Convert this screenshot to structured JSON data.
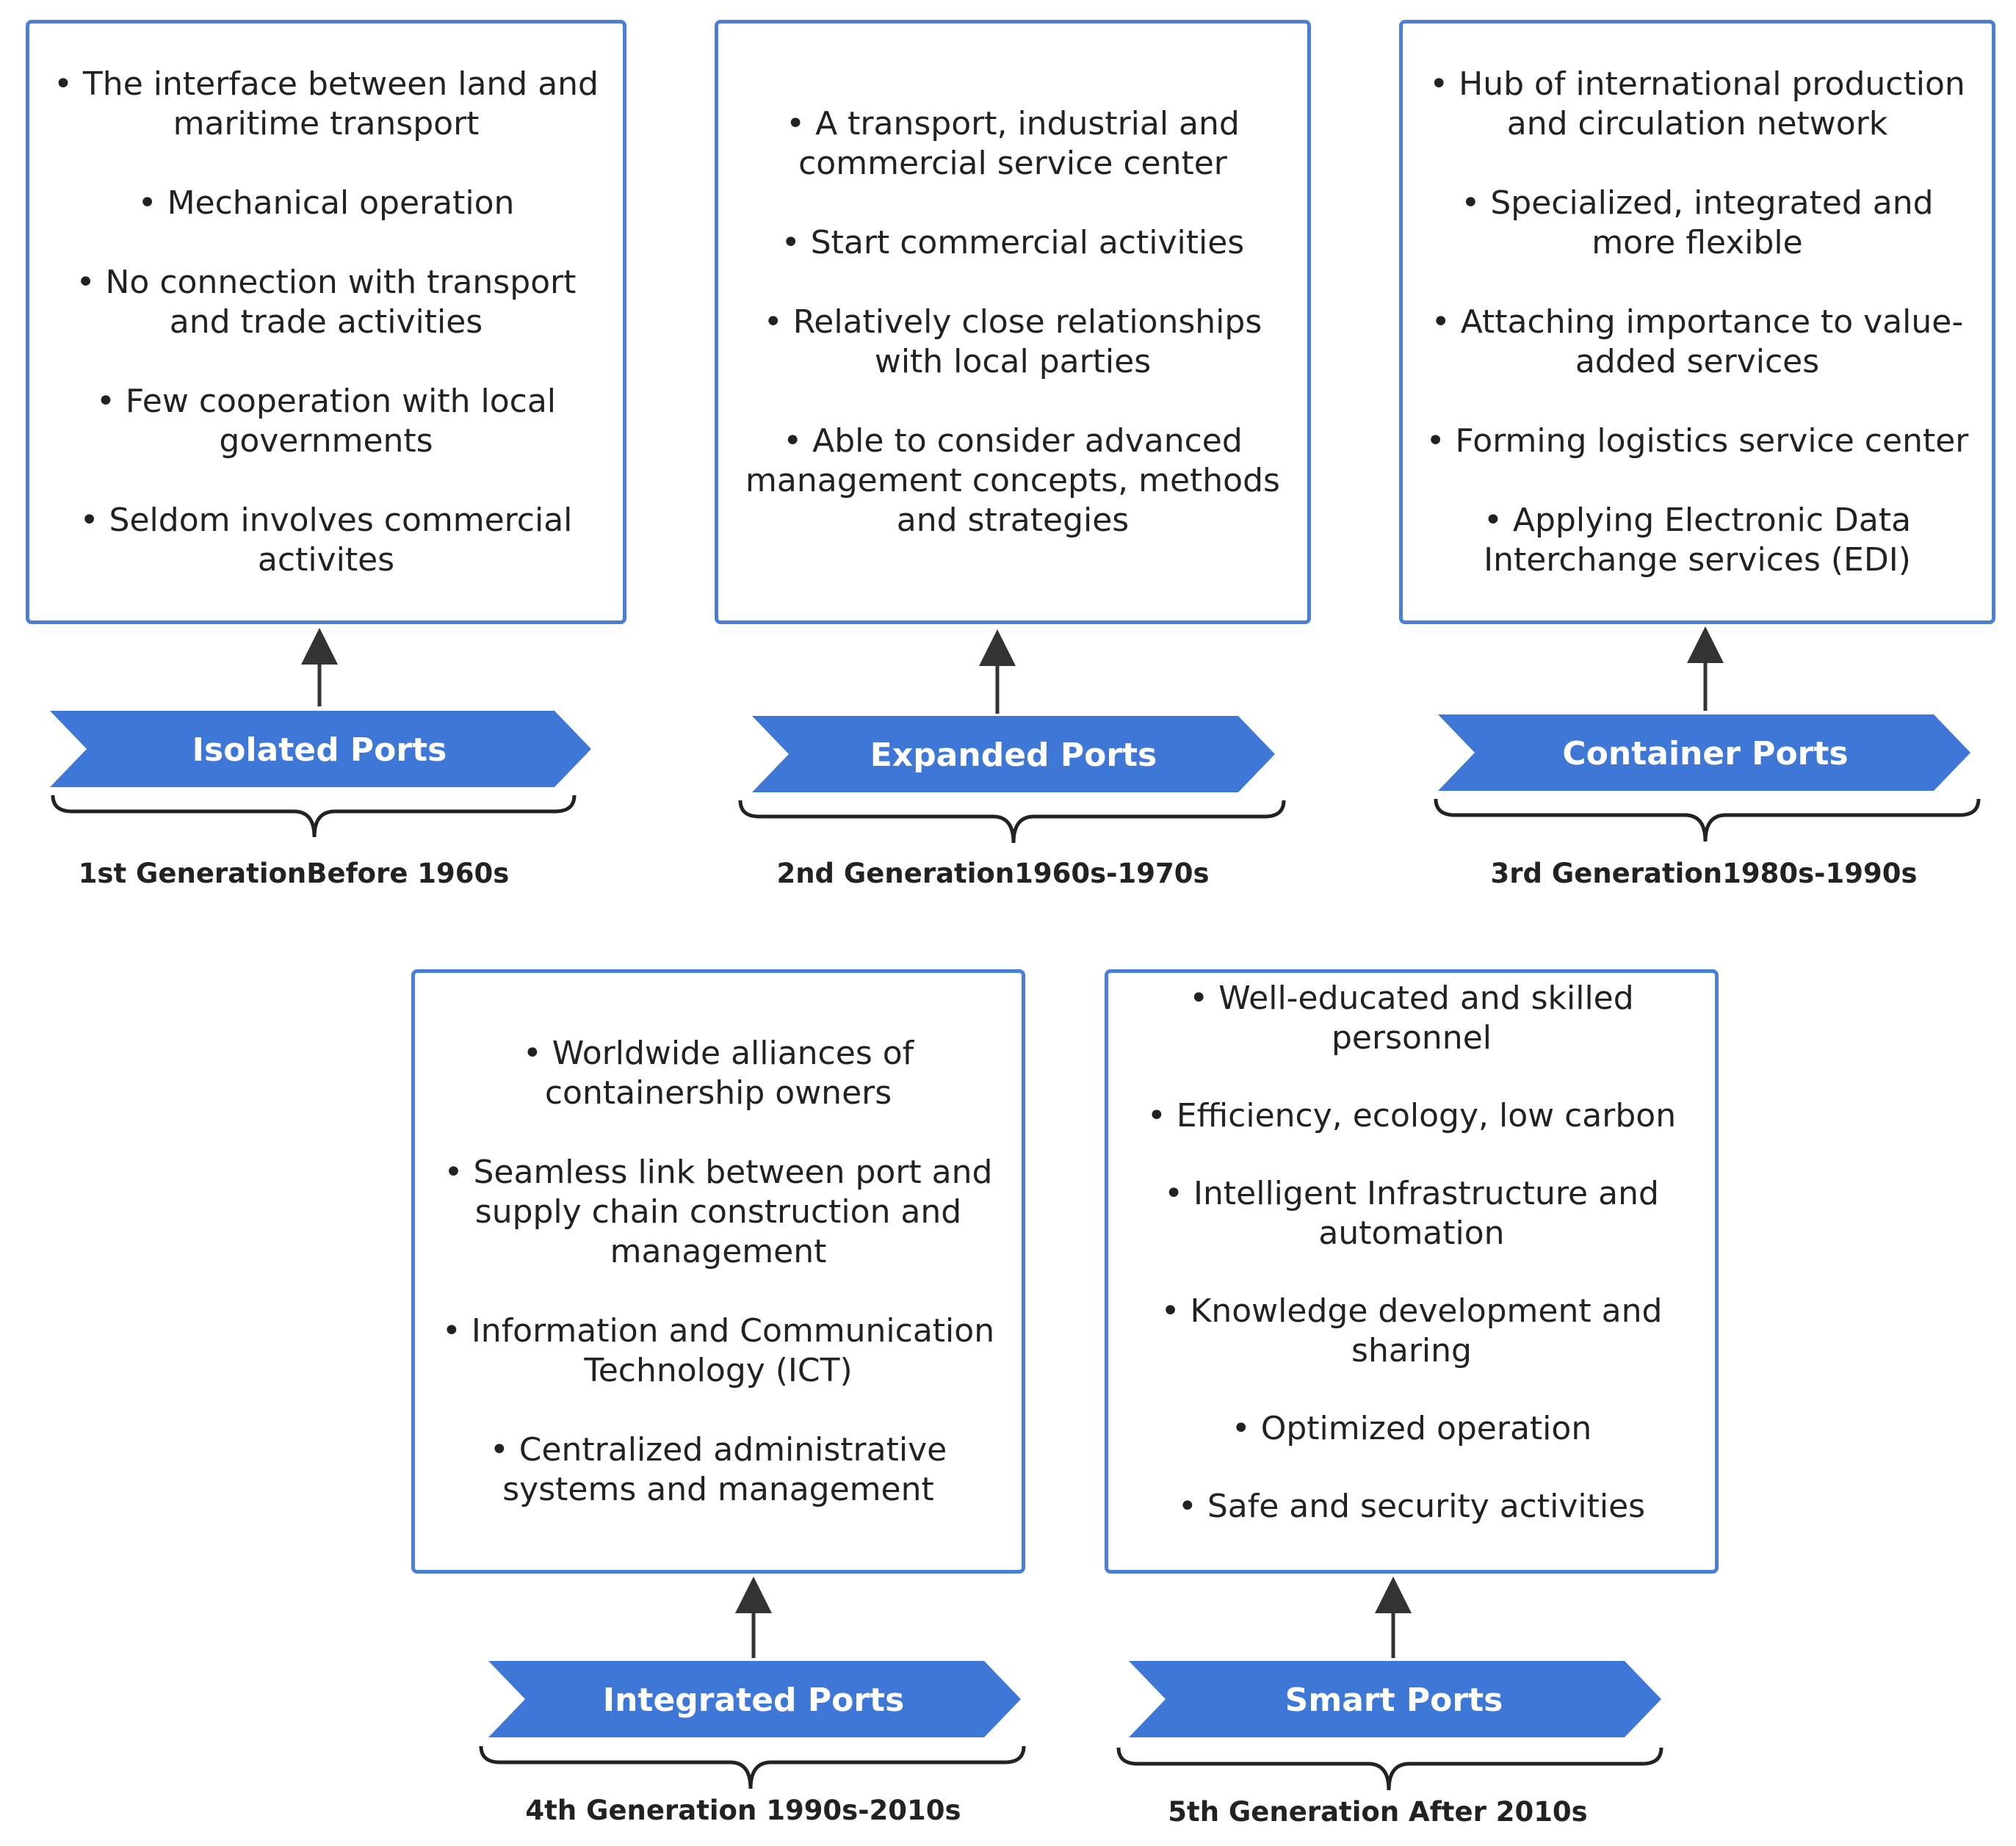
{
  "generations": [
    {
      "name": "Isolated Ports",
      "label": "1st GenerationBefore 1960s",
      "items": [
        "• The interface between land and maritime transport",
        "• Mechanical operation",
        "• No connection with transport and trade activities",
        "• Few cooperation with local governments",
        "• Seldom involves commercial activites"
      ]
    },
    {
      "name": "Expanded Ports",
      "label": "2nd Generation1960s-1970s",
      "items": [
        "• A transport, industrial and commercial service center",
        "• Start commercial activities",
        "• Relatively close relationships with local parties",
        "• Able to consider advanced management concepts, methods and strategies"
      ]
    },
    {
      "name": "Container Ports",
      "label": "3rd Generation1980s-1990s",
      "items": [
        "• Hub of international production and circulation network",
        "• Specialized, integrated and more flexible",
        "• Attaching importance to value-added services",
        "• Forming logistics service center",
        "• Applying Electronic Data Interchange services (EDI)"
      ]
    },
    {
      "name": "Integrated Ports",
      "label": "4th Generation 1990s-2010s",
      "items": [
        "• Worldwide alliances of containership owners",
        "• Seamless link between port and supply chain construction and management",
        "• Information and Communication Technology (ICT)",
        "• Centralized administrative systems and management"
      ]
    },
    {
      "name": "Smart Ports",
      "label": "5th Generation After 2010s",
      "items": [
        "• Well-educated and skilled personnel",
        "• Efficiency, ecology, low carbon",
        "• Intelligent Infrastructure and automation",
        "• Knowledge development and sharing",
        "• Optimized operation",
        "• Safe and security activities"
      ]
    }
  ],
  "colors": {
    "accent": "#3f77d6",
    "box_border": "#4a7fd4",
    "arrow": "#333333",
    "text": "#222222"
  }
}
